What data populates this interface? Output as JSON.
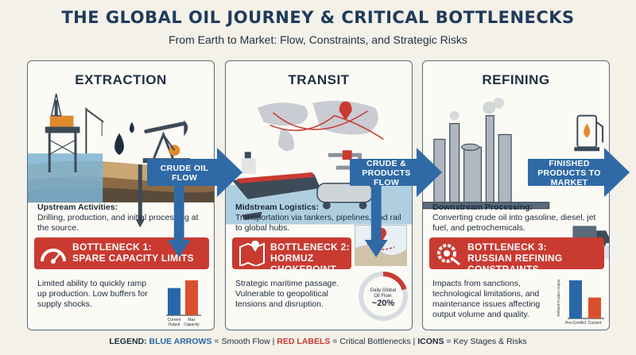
{
  "header": {
    "title": "THE GLOBAL OIL JOURNEY & CRITICAL BOTTLENECKS",
    "subtitle": "From Earth to Market: Flow, Constraints, and Strategic Risks"
  },
  "panels": [
    {
      "title": "EXTRACTION",
      "desc_head": "Upstream Activities:",
      "desc_body": "Drilling, production, and initial processing at the source.",
      "bottleneck_title": "BOTTLENECK 1:",
      "bottleneck_sub": "SPARE CAPACITY LIMITS",
      "impact": "Limited ability to quickly ramp up production. Low buffers for supply shocks.",
      "chart": {
        "categories": [
          "Current Output",
          "Max Capacity"
        ],
        "values": [
          0.78,
          1.0
        ],
        "colors": [
          "#2a66a8",
          "#d9502f"
        ]
      }
    },
    {
      "title": "TRANSIT",
      "desc_head": "Midstream Logistics:",
      "desc_body": "Transportation via tankers, pipelines, and rail to global hubs.",
      "bottleneck_title": "BOTTLENECK 2:",
      "bottleneck_sub": "HORMUZ CHOKEPOINT",
      "impact": "Strategic maritime passage. Vulnerable to geopolitical tensions and disruption.",
      "donut": {
        "label_line1": "Daily Global",
        "label_line2": "Oil Flow:",
        "value_label": "~20%",
        "value": 0.2
      }
    },
    {
      "title": "REFINING",
      "desc_head": "Downstream Processing:",
      "desc_body": "Converting crude oil into gasoline, diesel, jet fuel, and petrochemicals.",
      "bottleneck_title": "BOTTLENECK 3:",
      "bottleneck_sub": "RUSSIAN REFINING CONSTRAINTS",
      "impact": "Impacts from sanctions, technological limitations, and maintenance issues affecting output volume and quality.",
      "chart": {
        "categories": [
          "Pre-Conflict",
          "Current"
        ],
        "values": [
          1.0,
          0.55
        ],
        "colors": [
          "#2a66a8",
          "#d9502f"
        ],
        "ylabel": "Refined Product Output"
      }
    }
  ],
  "arrows": {
    "crude": "CRUDE OIL FLOW",
    "products": "CRUDE & PRODUCTS FLOW",
    "finished": "FINISHED PRODUCTS TO MARKET"
  },
  "legend": {
    "prefix": "LEGEND:",
    "blue": "BLUE ARROWS",
    "blue_desc": " = Smooth Flow | ",
    "red": "RED LABELS",
    "red_desc": " = Critical Bottlenecks | ",
    "icons": "ICONS",
    "icons_desc": " = Key Stages & Risks"
  },
  "colors": {
    "arrow_blue": "#2f6aa6",
    "bottleneck_red": "#c93a31",
    "title_navy": "#1f3a5c"
  }
}
